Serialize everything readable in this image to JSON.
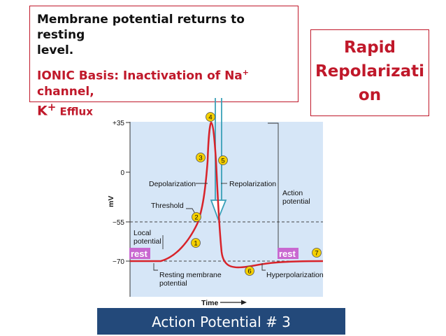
{
  "header_box": {
    "line1": "Membrane potential returns to resting",
    "line1b": "level.",
    "ionic_prefix": "IONIC Basis: Inactivation of Na",
    "ionic_sup": "+",
    "ionic_suffix": " channel,",
    "k_symbol": "K",
    "k_sup": "+",
    "efflux": " Efflux"
  },
  "side_box": {
    "line1": "Rapid",
    "line2": "Repolarizati",
    "line3": "on"
  },
  "diagram": {
    "y_axis_label": "mV",
    "y_ticks": [
      "+35",
      "0",
      "−55",
      "−70"
    ],
    "x_axis_label": "Time",
    "labels": {
      "depolarization": "Depolarization",
      "repolarization": "Repolarization",
      "action_potential_1": "Action",
      "action_potential_2": "potential",
      "threshold": "Threshold",
      "local_potential_1": "Local",
      "local_potential_2": "potential",
      "resting_1": "Resting membrane",
      "resting_2": "potential",
      "hyperpolarization": "Hyperpolarization",
      "rest_left": "rest",
      "rest_right": "rest"
    },
    "markers": [
      "1",
      "2",
      "3",
      "4",
      "5",
      "6",
      "7"
    ],
    "colors": {
      "background": "#d6e6f7",
      "trace": "#d8232a",
      "marker": "#f5d000",
      "arrow": "#3aa0b8"
    }
  },
  "banner": {
    "title": "Action Potential # 3"
  }
}
